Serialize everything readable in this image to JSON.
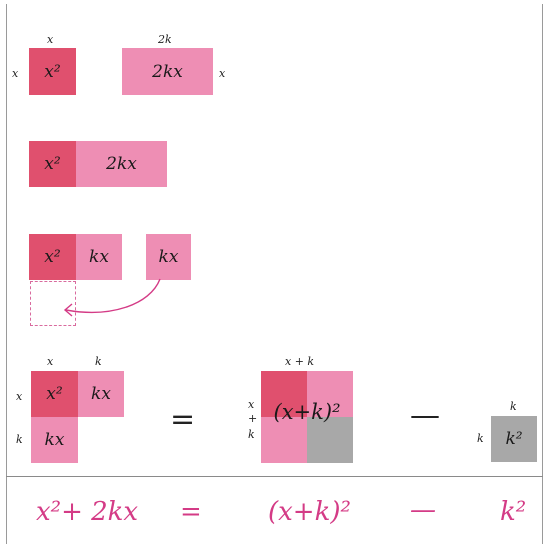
{
  "colors": {
    "dark": "#e0506e",
    "light": "#ee8eb4",
    "grey": "#a8a8a8",
    "accent": "#d43b86",
    "ink": "#1a1a1a"
  },
  "step1": {
    "left_top": "x",
    "left_side": "x",
    "square": "x²",
    "rect_top": "2k",
    "rect": "2kx",
    "rect_side": "x"
  },
  "step2": {
    "square": "x²",
    "rect": "2kx"
  },
  "step3": {
    "square": "x²",
    "half": "kx",
    "moved": "kx"
  },
  "step4": {
    "top_x": "x",
    "top_k": "k",
    "side_x": "x",
    "side_k": "k",
    "square": "x²",
    "kx_right": "kx",
    "kx_bottom": "kx",
    "equals": "=",
    "big_top": "x + k",
    "big_side_x": "x",
    "big_side_plus": "+",
    "big_side_k": "k",
    "big": "(x+k)²",
    "minus": "—",
    "small_top": "k",
    "small_side": "k",
    "small": "k²"
  },
  "formula": {
    "lhs": "x²+ 2kx",
    "eq": "=",
    "mid": "(x+k)²",
    "minus": "—",
    "rhs": "k²"
  }
}
